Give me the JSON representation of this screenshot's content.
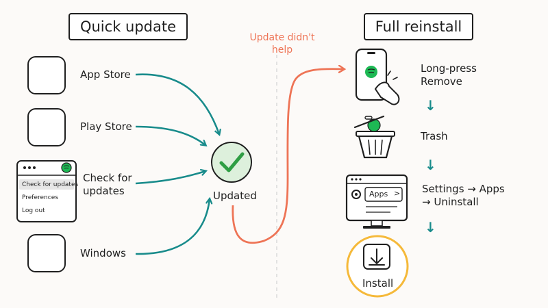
{
  "left": {
    "title": "Quick update",
    "sources": [
      {
        "label": "App Store",
        "icon": "app-store-icon"
      },
      {
        "label": "Play Store",
        "icon": "play-store-icon"
      },
      {
        "label": "Check for updates",
        "icon": "app-menu-icon"
      },
      {
        "label": "Windows",
        "icon": "windows-icon"
      }
    ],
    "menu_items": [
      "Check for updates",
      "Preferences",
      "Log out"
    ],
    "result": "Updated"
  },
  "transition_note": "Update didn't help",
  "right": {
    "title": "Full reinstall",
    "steps": [
      {
        "label": "Long-press Remove",
        "icon": "phone-long-press-icon"
      },
      {
        "label": "Trash",
        "icon": "trash-icon"
      },
      {
        "label": "Settings → Apps → Uninstall",
        "icon": "settings-apps-icon"
      },
      {
        "label": "Install",
        "icon": "install-icon"
      }
    ],
    "apps_button_label": "Apps",
    "apps_chevron": ">",
    "down_arrow": "↓"
  },
  "colors": {
    "teal": "#188b8b",
    "coral": "#ee7456",
    "green": "#2f9e44",
    "gold": "#f5b93a",
    "blue": "#1b79f0",
    "spotify": "#1db954"
  }
}
